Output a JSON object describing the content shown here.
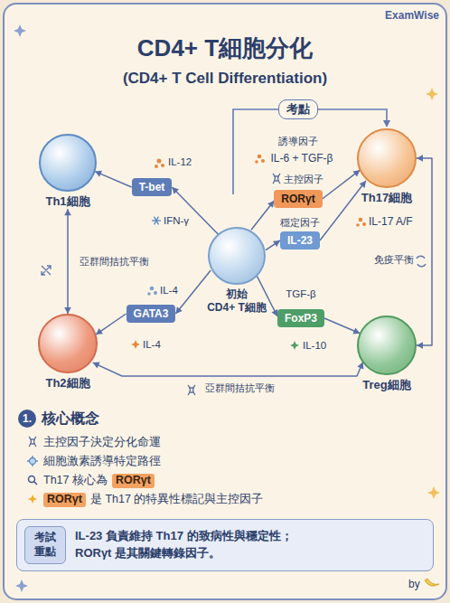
{
  "diagram": {
    "title": "CD4+ T細胞分化",
    "nodes": [
      {
        "text": [
          "Th1細胞"
        ]
      },
      {
        "text": [
          "考點"
        ]
      },
      {
        "text": [
          "Th17細胞"
        ]
      },
      {
        "text": [
          "T-bet"
        ]
      },
      {
        "text": [
          "RORγt"
        ]
      },
      {
        "text": [
          "IL-23"
        ]
      },
      {
        "text": [
          "初始",
          "CD4+ T細胞"
        ]
      },
      {
        "text": [
          "GATA3"
        ]
      },
      {
        "text": [
          "FoxP3"
        ]
      },
      {
        "text": [
          "Th2細胞"
        ]
      },
      {
        "text": [
          "Treg細胞"
        ]
      },
      {
        "text": [
          "1."
        ]
      },
      {
        "text": [
          "IL-23 負責維持 Th17 的致病性與穩定性； RORγt 是其關鍵轉錄因子。"
        ]
      },
      {
        "text": [
          "考試 重點"
        ],
        "in": 12
      }
    ],
    "edges": [
      {
        "from": 6,
        "to": 3,
        "arrow": "to"
      },
      {
        "from": 3,
        "to": 0,
        "arrow": "to"
      },
      {
        "from": 6,
        "to": 7,
        "arrow": "to"
      },
      {
        "from": 7,
        "to": 9,
        "arrow": "to"
      },
      {
        "from": 6,
        "to": 4,
        "arrow": "to"
      },
      {
        "from": 4,
        "to": 2,
        "arrow": "to"
      },
      {
        "from": 6,
        "to": 5,
        "arrow": "to"
      },
      {
        "from": 5,
        "to": 2,
        "arrow": "to"
      },
      {
        "from": 6,
        "to": 8,
        "arrow": "to"
      },
      {
        "from": 8,
        "to": 10,
        "arrow": "to"
      },
      {
        "from": 0,
        "to": 9,
        "label": "亞群間拮抗平衡",
        "arrow": "both"
      },
      {
        "from": 9,
        "to": 10,
        "label": "亞群間拮抗平衡",
        "arrow": "both"
      },
      {
        "from": 2,
        "to": 10,
        "label": "免疫平衡",
        "arrow": "both"
      }
    ],
    "labels": [
      "ExamWise",
      "(CD4+ T Cell Differentiation)",
      "IL-12",
      "誘導因子",
      "IL-6 + TGF-β",
      "主控因子",
      "IFN-γ",
      "穩定因子",
      "IL-17 A/F",
      "IL-4",
      "TGF-β",
      "IL-4",
      "IL-10",
      "核心概念",
      "主控因子決定分化命運",
      "細胞激素誘導特定路徑",
      "Th17 核心為",
      "RORγt",
      "RORγt",
      "是 Th17 的特異性標記與主控因子",
      "by"
    ]
  }
}
